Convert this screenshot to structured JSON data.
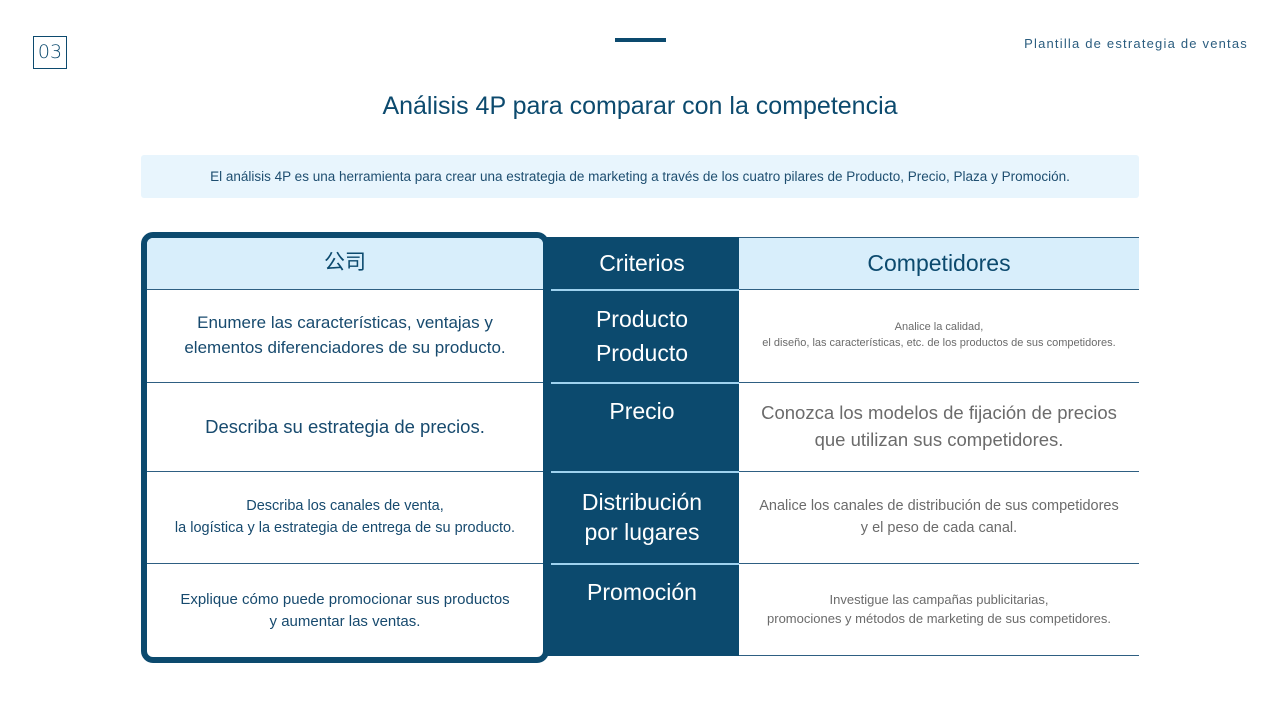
{
  "header": {
    "page_number": "03",
    "template_label": "Plantilla de estrategia de ventas",
    "accent_color": "#0c4a6e"
  },
  "title": "Análisis 4P para comparar con la competencia",
  "intro": "El análisis 4P es una herramienta para crear una estrategia de marketing a través de los cuatro pilares de Producto, Precio, Plaza y Promoción.",
  "table": {
    "columns": {
      "company": "公司",
      "criteria": "Criterios",
      "competitors": "Competidores"
    },
    "rows": [
      {
        "company": [
          "Enumere las características, ventajas y",
          "elementos diferenciadores de su producto."
        ],
        "criteria": [
          "Producto",
          "Producto"
        ],
        "competitors": [
          "Analice la calidad,",
          "el diseño, las características, etc. de los productos de sus competidores."
        ]
      },
      {
        "company": [
          "Describa su estrategia de precios."
        ],
        "criteria": [
          "Precio"
        ],
        "competitors": [
          "Conozca los modelos de fijación de precios",
          "que utilizan sus competidores."
        ]
      },
      {
        "company": [
          "Describa los canales de venta,",
          "la logística y la estrategia de entrega de su producto."
        ],
        "criteria": [
          "Distribución",
          "por lugares"
        ],
        "competitors": [
          "Analice los canales de distribución de sus competidores",
          "y el peso de cada canal."
        ]
      },
      {
        "company": [
          "Explique cómo puede promocionar sus productos",
          "y aumentar las ventas."
        ],
        "criteria": [
          "Promoción"
        ],
        "competitors": [
          "Investigue las campañas publicitarias,",
          "promociones y métodos de marketing de sus competidores."
        ]
      }
    ]
  },
  "colors": {
    "primary": "#0c4a6e",
    "header_fill": "#d8eefb",
    "intro_fill": "#e8f5fd",
    "muted_text": "#6b6b6b"
  }
}
